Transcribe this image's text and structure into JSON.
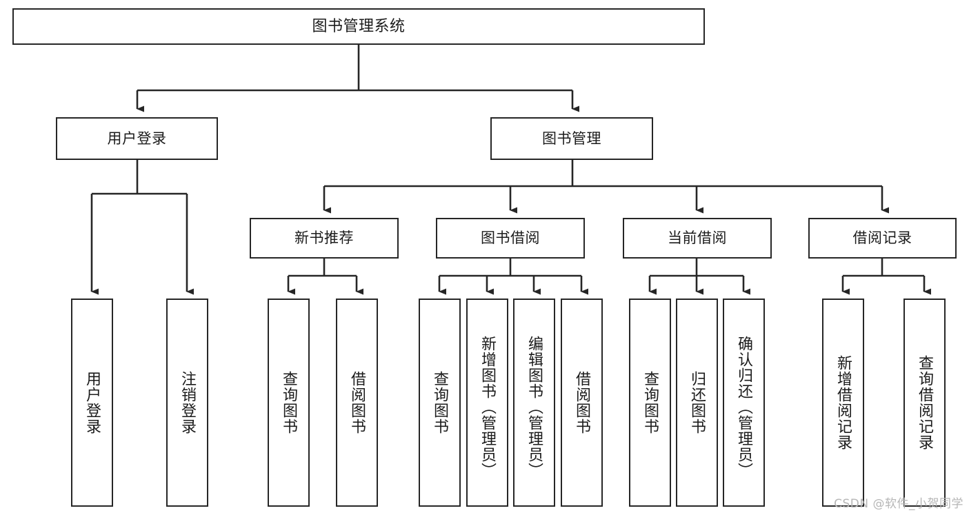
{
  "diagram": {
    "title": "图书管理系统",
    "type": "tree-hierarchy",
    "watermark": "CSDN @软件_小贺同学",
    "colors": {
      "stroke": "#262626",
      "fill": "#ffffff",
      "text": "#1b1b1b",
      "watermark": "#b6b6b6"
    }
  },
  "root": {
    "label": "图书管理系统"
  },
  "level2": [
    {
      "label": "用户登录"
    },
    {
      "label": "图书管理"
    }
  ],
  "level3": [
    {
      "label": "新书推荐"
    },
    {
      "label": "图书借阅"
    },
    {
      "label": "当前借阅"
    },
    {
      "label": "借阅记录"
    }
  ],
  "leaves": {
    "user_login": [
      {
        "label": "用户登录"
      },
      {
        "label": "注销登录"
      }
    ],
    "new_book": [
      {
        "label": "查询图书"
      },
      {
        "label": "借阅图书"
      }
    ],
    "book_borrow": [
      {
        "label": "查询图书"
      },
      {
        "label": "新增图书（管理员）"
      },
      {
        "label": "编辑图书（管理员）"
      },
      {
        "label": "借阅图书"
      }
    ],
    "current_borrow": [
      {
        "label": "查询图书"
      },
      {
        "label": "归还图书"
      },
      {
        "label": "确认归还（管理员）"
      }
    ],
    "borrow_record": [
      {
        "label": "新增借阅记录"
      },
      {
        "label": "查询借阅记录"
      }
    ]
  }
}
